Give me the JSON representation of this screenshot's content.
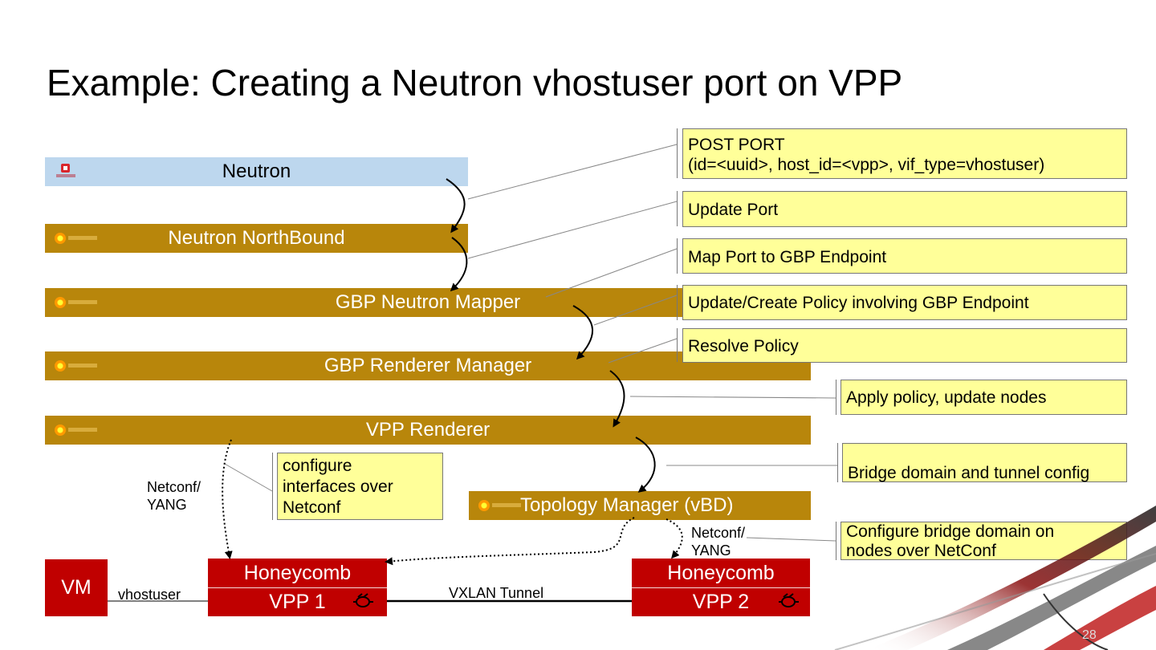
{
  "title": "Example: Creating a Neutron vhostuser port on VPP",
  "layers": {
    "neutron": "Neutron",
    "northbound": "Neutron NorthBound",
    "gbp_mapper": "GBP Neutron Mapper",
    "gbp_renderer_manager": "GBP Renderer Manager",
    "vpp_renderer": "VPP Renderer",
    "topology_manager": "Topology Manager (vBD)"
  },
  "nodes": {
    "vm": "VM",
    "honeycomb_1": "Honeycomb",
    "vpp_1": "VPP 1",
    "honeycomb_2": "Honeycomb",
    "vpp_2": "VPP 2"
  },
  "links": {
    "vhostuser": "vhostuser",
    "vxlan": "VXLAN Tunnel",
    "netconf_left_1": "Netconf/",
    "netconf_left_2": "YANG",
    "netconf_right_1": "Netconf/",
    "netconf_right_2": "YANG"
  },
  "notes": {
    "post_port_1": "POST PORT",
    "post_port_2": "(id=<uuid>, host_id=<vpp>, vif_type=vhostuser)",
    "update_port": "Update Port",
    "map_port": "Map Port to GBP Endpoint",
    "update_policy": "Update/Create Policy involving GBP Endpoint",
    "resolve_policy": "Resolve Policy",
    "apply_policy": "Apply policy, update nodes",
    "bridge_domain": "Bridge domain and tunnel config",
    "configure_bd_1": "Configure bridge domain on",
    "configure_bd_2": "nodes over NetConf",
    "configure_if_1": "configure",
    "configure_if_2": "interfaces over",
    "configure_if_3": "Netconf"
  },
  "page_number": "28",
  "colors": {
    "gold": "#b8860b",
    "neutron_blue": "#bdd7ee",
    "red": "#c00000",
    "note_yellow": "#ffff99"
  },
  "icons": {
    "opendaylight": "opendaylight-logo-icon",
    "openstack": "openstack-logo-icon",
    "fdio": "fdio-bee-icon"
  }
}
